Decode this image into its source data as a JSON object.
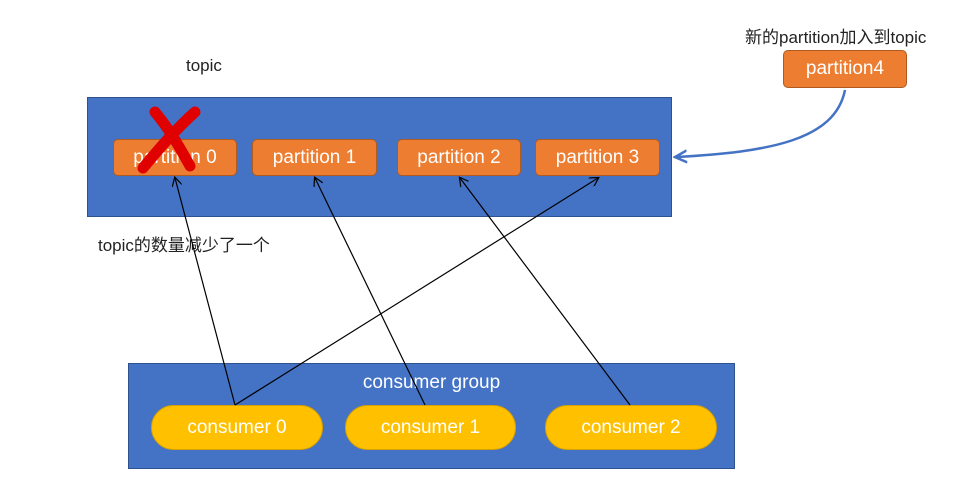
{
  "topic": {
    "label": "topic",
    "note": "topic的数量减少了一个",
    "partitions": [
      {
        "label": "partition 0",
        "removed": true
      },
      {
        "label": "partition 1",
        "removed": false
      },
      {
        "label": "partition 2",
        "removed": false
      },
      {
        "label": "partition 3",
        "removed": false
      }
    ]
  },
  "new_partition": {
    "note": "新的partition加入到topic",
    "label": "partition4"
  },
  "consumer_group": {
    "label": "consumer group",
    "consumers": [
      {
        "label": "consumer 0"
      },
      {
        "label": "consumer 1"
      },
      {
        "label": "consumer 2"
      }
    ]
  },
  "colors": {
    "container_blue": "#4472c4",
    "partition_orange": "#ed7d31",
    "consumer_yellow": "#ffc000",
    "removed_mark_red": "#e00000",
    "join_arrow_blue": "#4472c4"
  },
  "icons": [
    "red-x-icon"
  ]
}
